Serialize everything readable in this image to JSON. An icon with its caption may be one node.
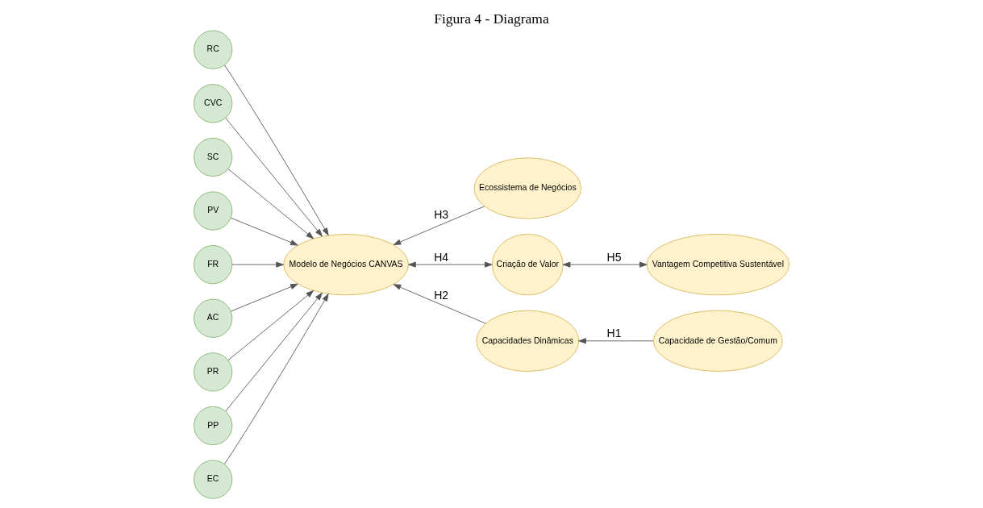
{
  "diagram": {
    "title": "Figura 4 - Diagrama",
    "nodes": [
      {
        "text": [
          "Modelo de Negócios CANVAS"
        ]
      },
      {
        "text": [
          "RC"
        ]
      },
      {
        "text": [
          "CVC"
        ]
      },
      {
        "text": [
          "SC"
        ]
      },
      {
        "text": [
          "PV"
        ]
      },
      {
        "text": [
          "FR"
        ]
      },
      {
        "text": [
          "AC"
        ]
      },
      {
        "text": [
          "PR"
        ]
      },
      {
        "text": [
          "PP"
        ]
      },
      {
        "text": [
          "EC"
        ]
      },
      {
        "text": [
          "Ecossistema de Negócios"
        ]
      },
      {
        "text": [
          "Criação de Valor"
        ]
      },
      {
        "text": [
          "Vantagem Competitiva Sustentável"
        ]
      },
      {
        "text": [
          "Capacidades Dinâmicas"
        ]
      },
      {
        "text": [
          "Capacidade de Gestão/Comum"
        ]
      }
    ],
    "edges": [
      {
        "from": 1,
        "to": 0,
        "arrow": "to"
      },
      {
        "from": 2,
        "to": 0,
        "arrow": "to"
      },
      {
        "from": 3,
        "to": 0,
        "arrow": "to"
      },
      {
        "from": 4,
        "to": 0,
        "arrow": "to"
      },
      {
        "from": 10,
        "to": 0,
        "arrow": "to",
        "label": "H3"
      },
      {
        "from": 5,
        "to": 0,
        "arrow": "to"
      },
      {
        "from": 0,
        "to": 11,
        "arrow": "both",
        "label": "H4"
      },
      {
        "from": 11,
        "to": 12,
        "arrow": "both",
        "label": "H5"
      },
      {
        "from": 6,
        "to": 0,
        "arrow": "to"
      },
      {
        "from": 13,
        "to": 0,
        "arrow": "to",
        "label": "H2"
      },
      {
        "from": 7,
        "to": 0,
        "arrow": "to"
      },
      {
        "from": 8,
        "to": 0,
        "arrow": "to"
      },
      {
        "from": 9,
        "to": 0,
        "arrow": "to"
      },
      {
        "from": 14,
        "to": 13,
        "arrow": "to",
        "label": "H1"
      }
    ]
  }
}
